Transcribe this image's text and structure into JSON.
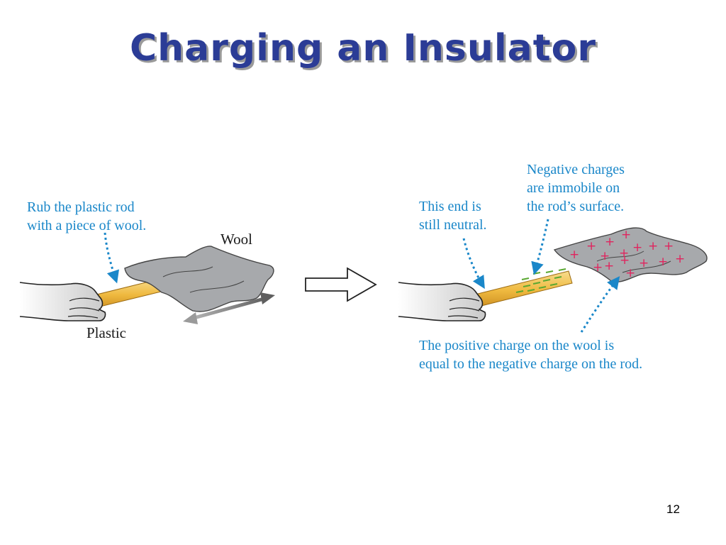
{
  "slide": {
    "title": "Charging an Insulator",
    "page_number": "12"
  },
  "left_panel": {
    "caption": "Rub the plastic rod\nwith a piece of wool.",
    "wool_label": "Wool",
    "rod_label": "Plastic"
  },
  "right_panel": {
    "neutral_caption": "This end is\nstill neutral.",
    "negative_caption": "Negative charges\nare immobile on\nthe rod’s surface.",
    "positive_caption": "The positive charge on the wool is\nequal to the negative charge on the rod.",
    "plus_sign": "+"
  },
  "colors": {
    "title": "#2b3c96",
    "caption": "#1a87c9",
    "rod": "#f2c14e",
    "wool": "#a7a9ac",
    "plus": "#e0245e",
    "minus": "#5aa832"
  }
}
